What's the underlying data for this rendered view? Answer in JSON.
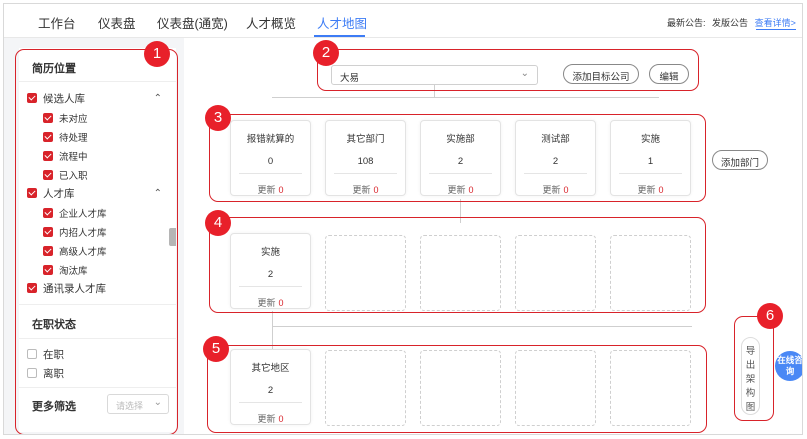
{
  "nav": {
    "tabs": [
      "工作台",
      "仪表盘",
      "仪表盘(通宽)",
      "人才概览",
      "人才地图"
    ],
    "active_tab": "人才地图",
    "notice_label": "最新公告:",
    "notice_text": "发版公告",
    "notice_link": "查看详情>"
  },
  "sidebar": {
    "resume_location_title": "简历位置",
    "candidate_pool": {
      "label": "候选人库",
      "checked": true,
      "children": [
        {
          "label": "未对应",
          "checked": true
        },
        {
          "label": "待处理",
          "checked": true
        },
        {
          "label": "流程中",
          "checked": true
        },
        {
          "label": "已入职",
          "checked": true
        }
      ]
    },
    "talent_pool": {
      "label": "人才库",
      "checked": true,
      "children": [
        {
          "label": "企业人才库",
          "checked": true
        },
        {
          "label": "内招人才库",
          "checked": true
        },
        {
          "label": "高级人才库",
          "checked": true
        },
        {
          "label": "淘汰库",
          "checked": true
        }
      ]
    },
    "contacts_pool": {
      "label": "通讯录人才库",
      "checked": true
    },
    "employment_status_title": "在职状态",
    "employment_options": [
      {
        "label": "在职",
        "checked": false
      },
      {
        "label": "离职",
        "checked": false
      }
    ],
    "more_filter_label": "更多筛选",
    "more_filter_placeholder": "请选择"
  },
  "company": {
    "selected": "大易",
    "add_target_label": "添加目标公司",
    "edit_label": "编辑"
  },
  "departments": {
    "cards": [
      {
        "name": "报错就算的",
        "count": "0",
        "updated_label": "更新",
        "updated_count": "0"
      },
      {
        "name": "其它部门",
        "count": "108",
        "updated_label": "更新",
        "updated_count": "0"
      },
      {
        "name": "实施部",
        "count": "2",
        "updated_label": "更新",
        "updated_count": "0"
      },
      {
        "name": "测试部",
        "count": "2",
        "updated_label": "更新",
        "updated_count": "0"
      },
      {
        "name": "实施",
        "count": "1",
        "updated_label": "更新",
        "updated_count": "0"
      }
    ],
    "add_label": "添加部门"
  },
  "sub_department": {
    "card": {
      "name": "实施",
      "count": "2",
      "updated_label": "更新",
      "updated_count": "0"
    }
  },
  "region": {
    "card": {
      "name": "其它地区",
      "count": "2",
      "updated_label": "更新",
      "updated_count": "0"
    }
  },
  "export_label": "导出架构图",
  "chat_label": "在线咨询",
  "annotations": [
    "1",
    "2",
    "3",
    "4",
    "5",
    "6"
  ],
  "colors": {
    "accent": "#3d7cf5",
    "annotation": "#e8202a",
    "checkbox": "#d8232a"
  }
}
